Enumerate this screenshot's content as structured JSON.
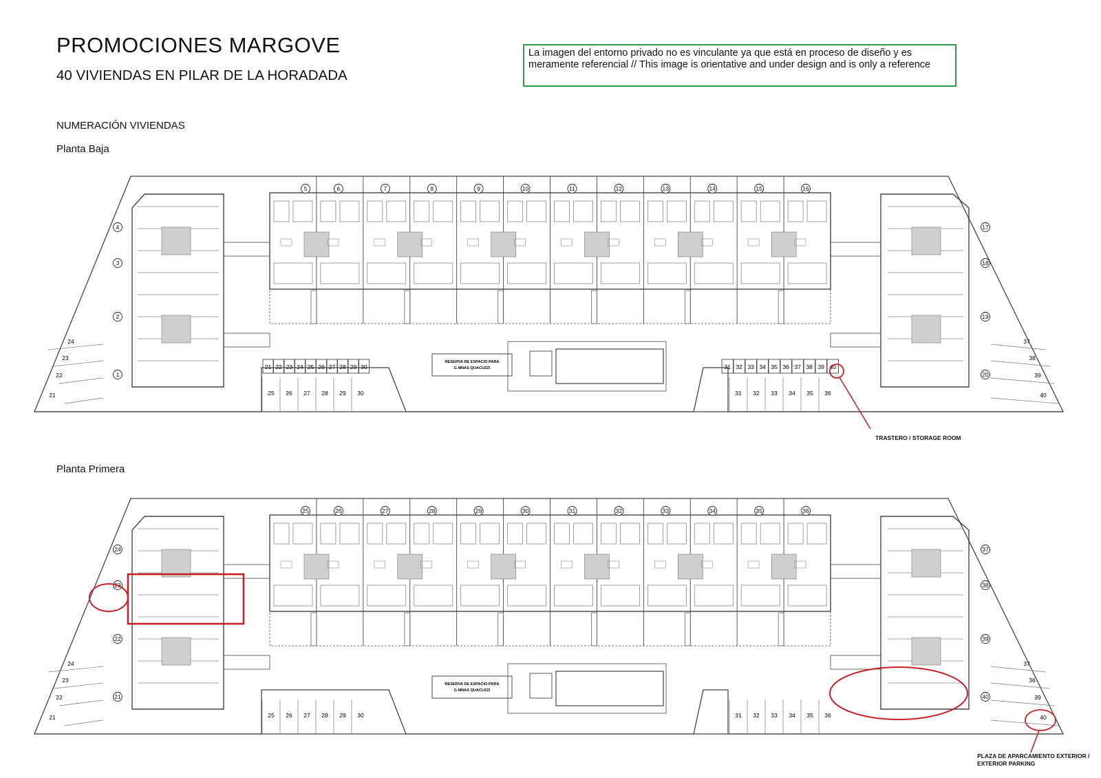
{
  "header": {
    "title": "PROMOCIONES MARGOVE",
    "subtitle": "40 VIVIENDAS EN PILAR DE LA HORADADA",
    "disclaimer": "La imagen del entorno privado no es vinculante ya que está en proceso de diseño  y es meramente referencial  // This image is orientative and under design and is only a reference",
    "section_title": "NUMERACIÓN VIVIENDAS"
  },
  "colors": {
    "highlight": "#c8202a",
    "disclaimer_border": "#2e9a4a",
    "lines": "#444444"
  },
  "floors": [
    {
      "name": "Planta Baja",
      "top_units": [
        "5",
        "6",
        "7",
        "8",
        "9",
        "10",
        "11",
        "12",
        "13",
        "14",
        "15",
        "16"
      ],
      "left_units": [
        "4",
        "3",
        "2",
        "1"
      ],
      "right_units": [
        "17",
        "18",
        "19",
        "20"
      ],
      "corner_left": [
        "24",
        "23",
        "22",
        "21"
      ],
      "corner_right": [
        "37",
        "38",
        "39",
        "40"
      ],
      "storage_left": [
        "21",
        "22",
        "23",
        "24",
        "25",
        "26",
        "27",
        "28",
        "29",
        "30"
      ],
      "storage_right": [
        "31",
        "32",
        "33",
        "34",
        "35",
        "36",
        "37",
        "38",
        "39",
        "40"
      ],
      "parking_left": [
        "25",
        "26",
        "27",
        "28",
        "29",
        "30"
      ],
      "parking_right": [
        "31",
        "32",
        "33",
        "34",
        "35",
        "36"
      ],
      "pool_reserve_label": "RESERVA DE ESPACIO PARA G MNAS QUACUZZI",
      "callout": "TRASTERO / STORAGE ROOM"
    },
    {
      "name": "Planta Primera",
      "top_units": [
        "25",
        "26",
        "27",
        "28",
        "29",
        "30",
        "31",
        "32",
        "33",
        "34",
        "35",
        "36"
      ],
      "left_units": [
        "24",
        "23",
        "22",
        "21"
      ],
      "right_units": [
        "37",
        "38",
        "39",
        "40"
      ],
      "corner_left": [
        "24",
        "23",
        "22",
        "21"
      ],
      "corner_right": [
        "37",
        "36",
        "39",
        "40"
      ],
      "parking_left": [
        "25",
        "26",
        "27",
        "28",
        "29",
        "30"
      ],
      "parking_right": [
        "31",
        "32",
        "33",
        "34",
        "35",
        "36"
      ],
      "pool_reserve_label": "RESERVA DE ESPACIO PARA G MNAS QUACUZZI",
      "callout": "PLAZA DE APARCAMIENTO EXTERIOR / EXTERIOR PARKING"
    }
  ]
}
